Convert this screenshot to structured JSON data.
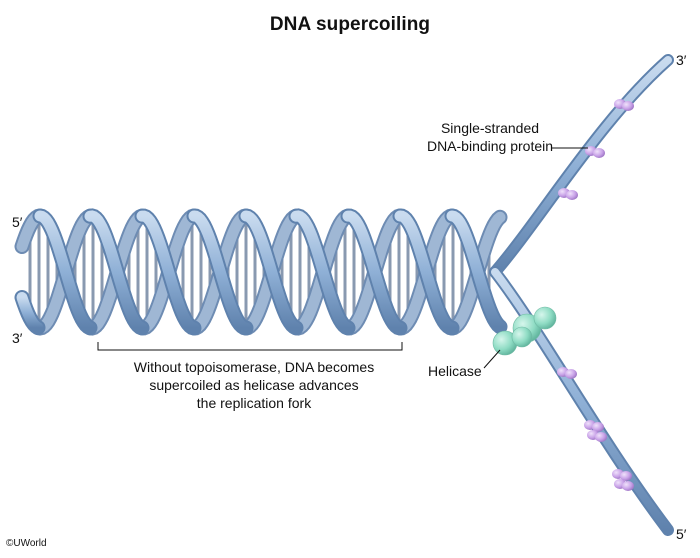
{
  "title": "DNA supercoiling",
  "strand_ends": {
    "left_top": "5′",
    "left_bottom": "3′",
    "right_top": "3′",
    "right_bottom": "5′"
  },
  "labels": {
    "ssb_line1": "Single-stranded",
    "ssb_line2": "DNA-binding protein",
    "helicase": "Helicase",
    "caption_line1": "Without topoisomerase, DNA becomes",
    "caption_line2": "supercoiled as helicase advances",
    "caption_line3": "the replication fork"
  },
  "credit": "©UWorld",
  "colors": {
    "strand": "#8fb0d6",
    "strand_dark": "#5f82ad",
    "base_pair": "#7d8fa8",
    "helicase": "#8fdcc4",
    "ssb_protein": "#c9a3e8"
  }
}
